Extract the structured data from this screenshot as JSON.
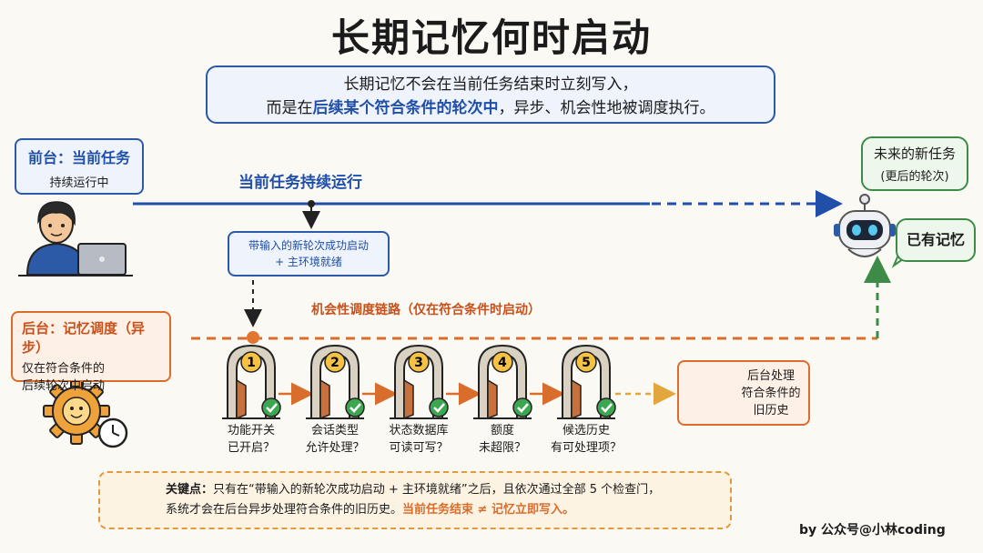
{
  "title": "长期记忆何时启动",
  "subtitle": {
    "line1": "长期记忆不会在当前任务结束时立刻写入，",
    "line2_pre": "而是在",
    "line2_hl": "后续某个符合条件的轮次中",
    "line2_post": "，异步、机会性地被调度执行。"
  },
  "foreground": {
    "title": "前台：当前任务",
    "status": "持续运行中"
  },
  "main_line_label": "当前任务持续运行",
  "trigger": {
    "line1": "带输入的新轮次成功启动",
    "line2": "+ 主环境就绪"
  },
  "future": {
    "title": "未来的新任务",
    "subtitle": "(更后的轮次)"
  },
  "robot_bubble": "已有记忆",
  "background": {
    "title": "后台：记忆调度（异步）",
    "line1": "仅在符合条件的",
    "line2": "后续轮次中启动"
  },
  "schedule_label": "机会性调度链路（仅在符合条件时启动）",
  "gates": [
    {
      "num": "1",
      "line1": "功能开关",
      "line2": "已开启？"
    },
    {
      "num": "2",
      "line1": "会话类型",
      "line2": "允许处理？"
    },
    {
      "num": "3",
      "line1": "状态数据库",
      "line2": "可读可写？"
    },
    {
      "num": "4",
      "line1": "额度",
      "line2": "未超限？"
    },
    {
      "num": "5",
      "line1": "候选历史",
      "line2": "有可处理项？"
    }
  ],
  "result": {
    "line1": "后台处理",
    "line2": "符合条件的",
    "line3": "旧历史"
  },
  "key_point": {
    "label": "关键点：",
    "text1": "只有在“带输入的新轮次成功启动 + 主环境就绪”之后，且依次通过全部 5 个检查门，",
    "text2": "系统才会在后台异步处理符合条件的旧历史。",
    "highlight": "当前任务结束 ≠ 记忆立即写入。"
  },
  "credit": "by 公众号@小林coding",
  "colors": {
    "blue": "#2d5aa6",
    "orange": "#d96d2b",
    "green": "#3d8b47"
  },
  "icons": [
    "person-laptop-icon",
    "robot-icon",
    "gear-clock-icon",
    "arch-gate-icon",
    "check-icon",
    "folder-magnifier-icon",
    "lightbulb-icon"
  ]
}
